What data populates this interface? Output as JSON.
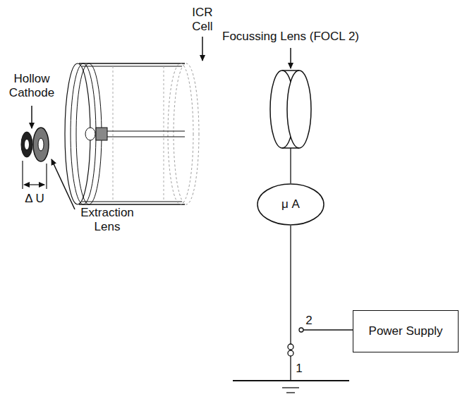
{
  "diagram": {
    "nodes": [
      {
        "text": [
          "μ A"
        ]
      },
      {
        "text": [
          "Power Supply"
        ]
      }
    ],
    "labels": [
      "ICR Cell",
      "Hollow Cathode",
      "Focussing Lens (FOCL 2)",
      "Extraction Lens",
      "Δ U",
      "2",
      "1"
    ]
  }
}
